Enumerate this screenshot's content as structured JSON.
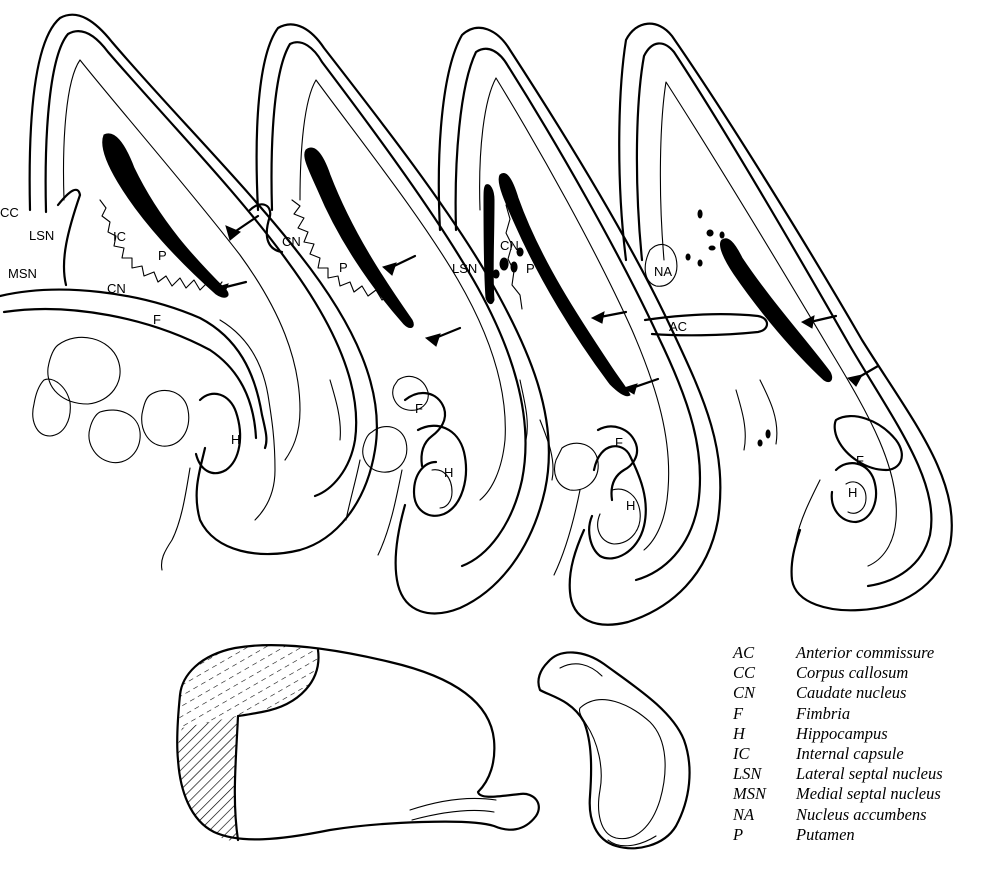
{
  "sections": [
    {
      "labels": {
        "cc": "CC",
        "lsn": "LSN",
        "msn": "MSN",
        "ic": "IC",
        "p": "P",
        "cn": "CN",
        "f": "F",
        "h": "H"
      }
    },
    {
      "labels": {
        "cn": "CN",
        "p": "P",
        "f": "F",
        "h": "H"
      }
    },
    {
      "labels": {
        "lsn": "LSN",
        "cn": "CN",
        "p": "P",
        "f": "F",
        "h": "H"
      }
    },
    {
      "labels": {
        "na": "NA",
        "ac": "AC",
        "f": "F",
        "h": "H"
      }
    }
  ],
  "legend": [
    {
      "abbr": "AC",
      "name": "Anterior commissure"
    },
    {
      "abbr": "CC",
      "name": "Corpus callosum"
    },
    {
      "abbr": "CN",
      "name": "Caudate nucleus"
    },
    {
      "abbr": "F",
      "name": "Fimbria"
    },
    {
      "abbr": "H",
      "name": "Hippocampus"
    },
    {
      "abbr": "IC",
      "name": "Internal capsule"
    },
    {
      "abbr": "LSN",
      "name": "Lateral septal nucleus"
    },
    {
      "abbr": "MSN",
      "name": "Medial septal nucleus"
    },
    {
      "abbr": "NA",
      "name": "Nucleus accumbens"
    },
    {
      "abbr": "P",
      "name": "Putamen"
    }
  ]
}
